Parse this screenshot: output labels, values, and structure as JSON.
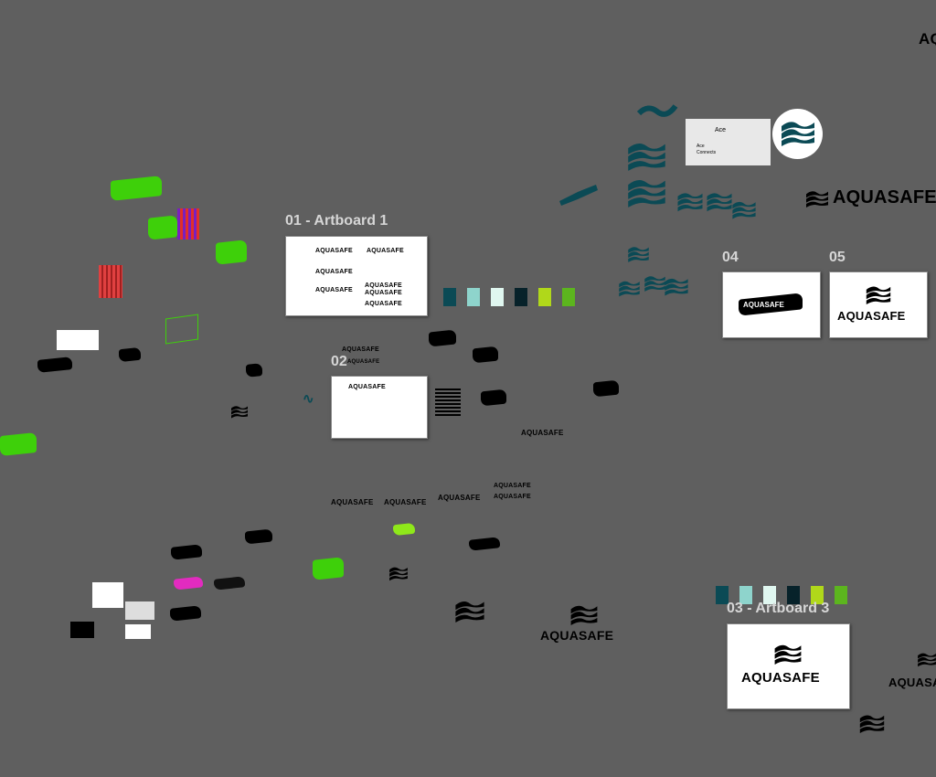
{
  "canvas": {
    "background": "#5f5f5f"
  },
  "artboards": {
    "a1": "01 - Artboard 1",
    "a2": "02",
    "a3": "03 - Artboard 3",
    "a4": "04",
    "a5": "05"
  },
  "wordmark": "AQUASAFE",
  "corner_text": "AQ",
  "ace_card": {
    "ace": "Ace",
    "ace_connects_1": "Ace",
    "ace_connects_2": "Connects"
  },
  "swatches": [
    "#0b4a55",
    "#8ed4cc",
    "#e0f7f0",
    "#07222a",
    "#b0d81a",
    "#5cb51e"
  ],
  "icons": {
    "wave": "wave-logo-icon",
    "flag": "flag-shape-icon",
    "s": "s-letter-icon"
  }
}
